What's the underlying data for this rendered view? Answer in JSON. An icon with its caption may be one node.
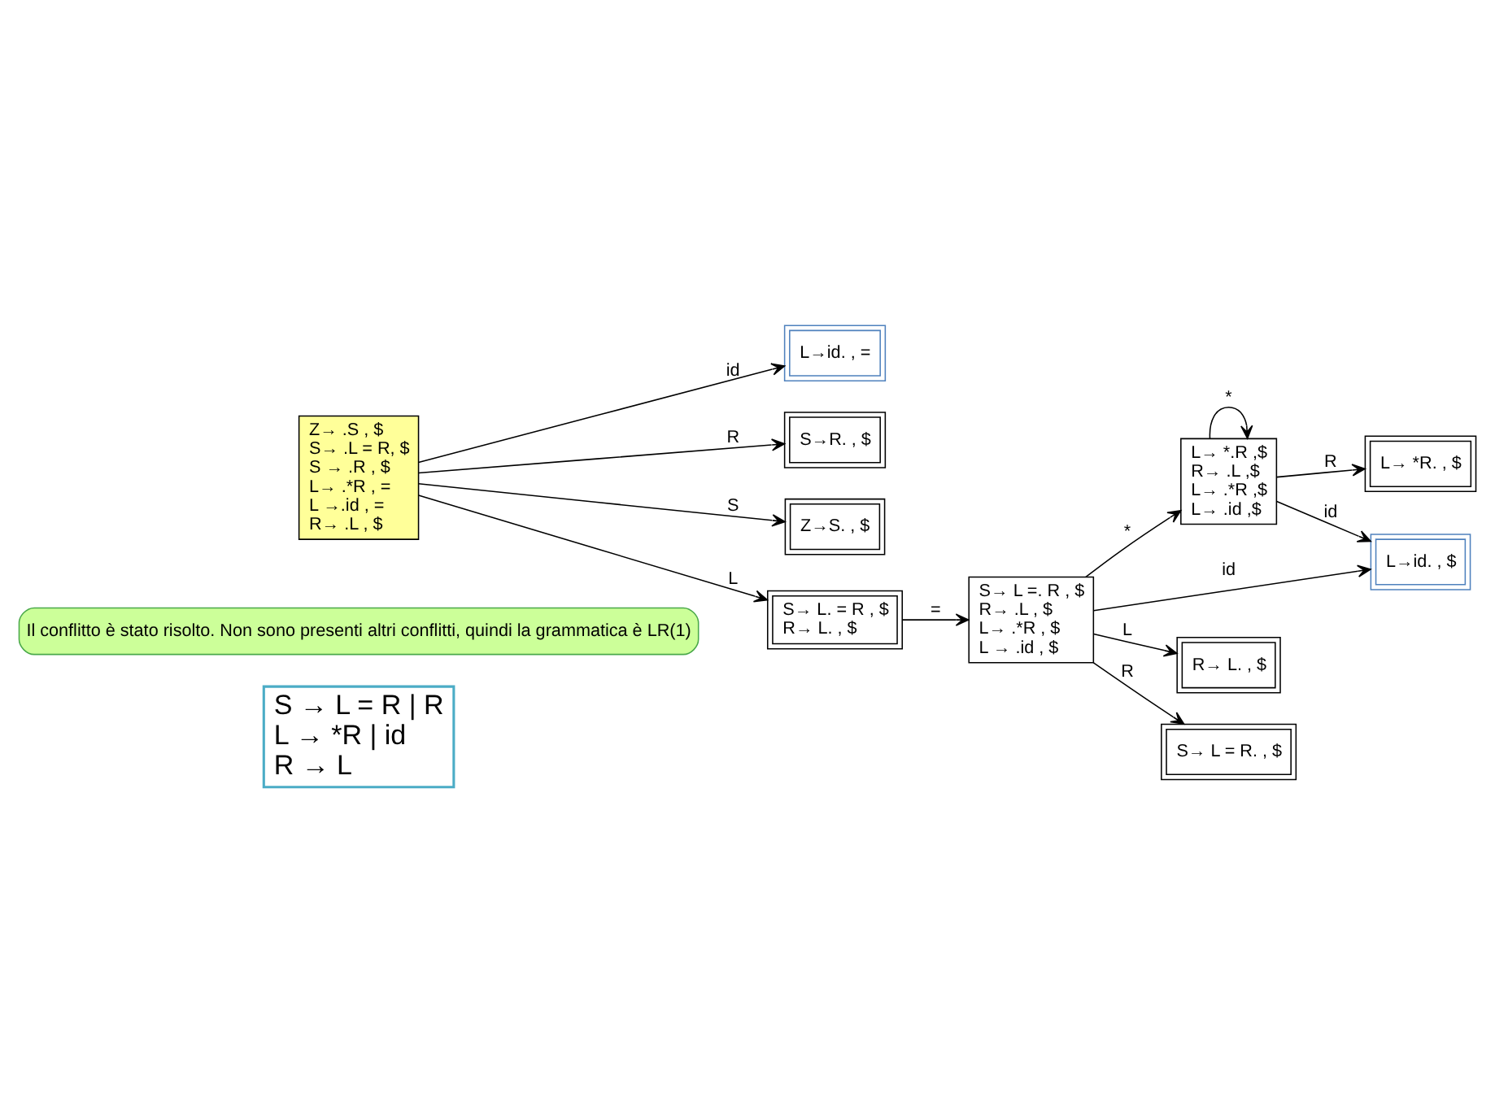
{
  "diagram": {
    "nodes": [
      {
        "text": [
          "S → L = R | R",
          "L → *R | id",
          "R → L"
        ]
      },
      {
        "text": [
          "L→id. , ="
        ]
      },
      {
        "text": [
          "S→R. , $"
        ]
      },
      {
        "text": [
          "Z→S. , $"
        ]
      },
      {
        "text": [
          "Z→ .S , $",
          "S→ .L = R, $",
          "S → .R , $",
          "L→ .*R , =",
          "L →.id , =",
          "R→ .L , $"
        ]
      },
      {
        "text": [
          "L→ *.R ,$",
          "R→ .L ,$",
          "L→ .*R ,$",
          "L→ .id ,$"
        ]
      },
      {
        "text": [
          "L→ *R. , $"
        ]
      },
      {
        "text": [
          "L→id. , $"
        ]
      },
      {
        "text": [
          "S→ L. = R , $",
          "R→ L. , $"
        ]
      },
      {
        "text": [
          "S→ L =. R , $",
          "R→ .L , $",
          "L→ .*R , $",
          "L → .id , $"
        ]
      },
      {
        "text": [
          "R→ L. , $"
        ]
      },
      {
        "text": [
          "S→ L = R. , $"
        ]
      },
      {
        "text": [
          "Il conflitto è stato risolto. Non sono presenti altri conflitti, quindi la grammatica è LR(1)"
        ]
      }
    ],
    "edges": [
      {
        "from": 4,
        "to": 1,
        "arrow": "to",
        "label": "id"
      },
      {
        "from": 4,
        "to": 2,
        "arrow": "to",
        "label": "R"
      },
      {
        "from": 4,
        "to": 3,
        "arrow": "to",
        "label": "S"
      },
      {
        "from": 4,
        "to": 8,
        "arrow": "to",
        "label": "L"
      },
      {
        "from": 8,
        "to": 9,
        "arrow": "to",
        "label": "="
      },
      {
        "from": 5,
        "to": 5,
        "arrow": "to",
        "label": "*"
      },
      {
        "from": 5,
        "to": 6,
        "arrow": "to",
        "label": "R"
      },
      {
        "from": 5,
        "to": 7,
        "arrow": "to",
        "label": "id"
      },
      {
        "from": 9,
        "to": 5,
        "arrow": "to",
        "label": "*"
      },
      {
        "from": 9,
        "to": 7,
        "arrow": "to",
        "label": "id"
      },
      {
        "from": 9,
        "to": 10,
        "arrow": "to",
        "label": "L"
      },
      {
        "from": 9,
        "to": 11,
        "arrow": "to",
        "label": "R"
      }
    ]
  }
}
